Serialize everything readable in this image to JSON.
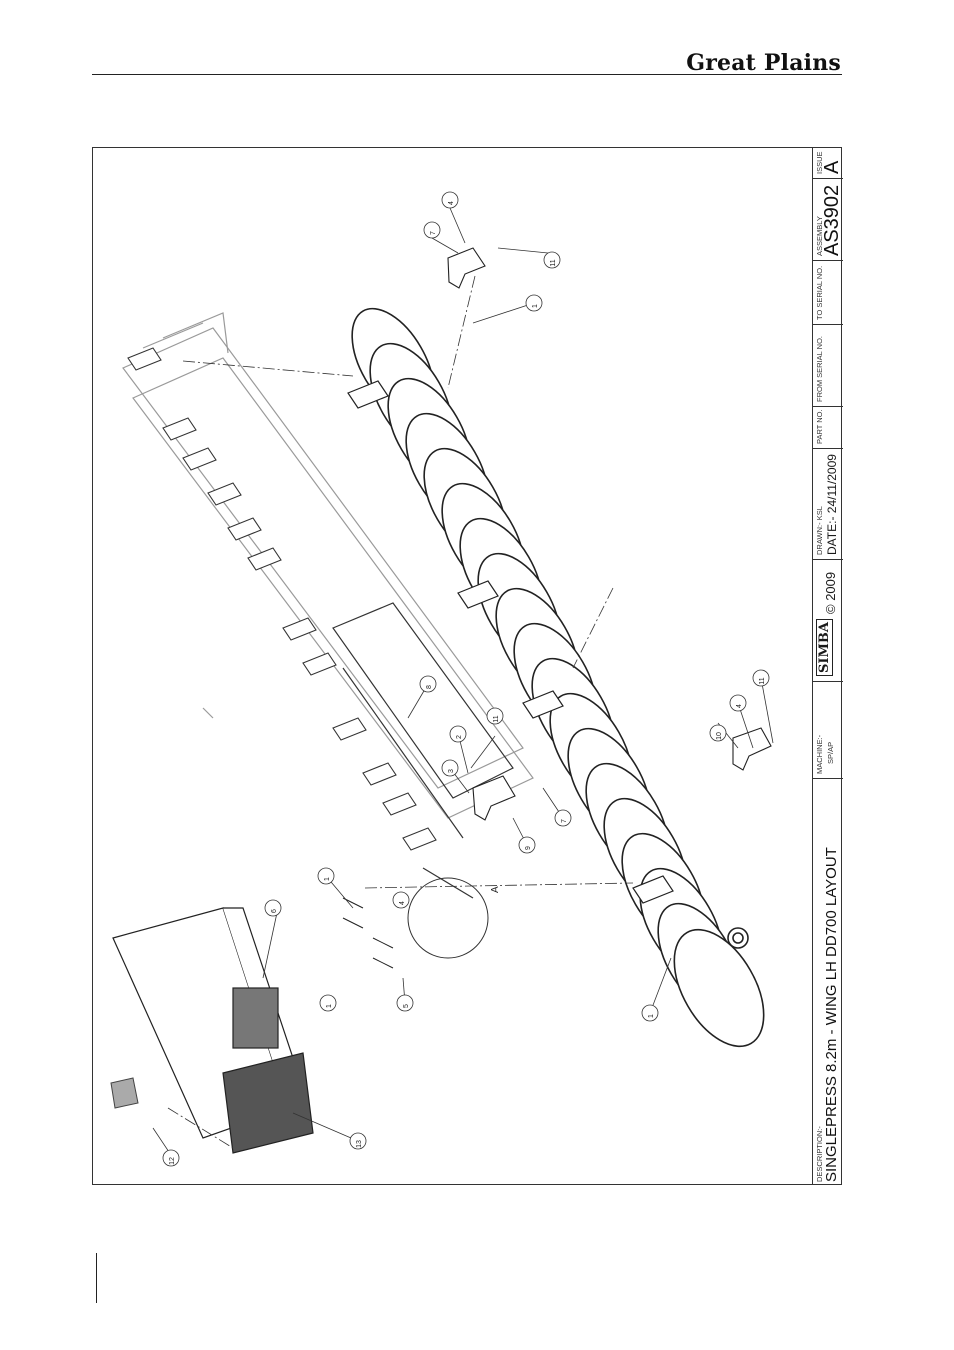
{
  "header": {
    "brand": "Great Plains"
  },
  "title_block": {
    "description_label": "DESCRIPTION:-",
    "description": "SINGLEPRESS 8.2m - WING LH DD700 LAYOUT",
    "machine_label": "MACHINE:-",
    "machine": "SP/AP",
    "logo_text": "SIMBA",
    "copyright": "© 2009",
    "drawn": "DRAWN:- KSL",
    "date": "DATE:- 24/11/2009",
    "part_no_label": "PART NO.",
    "from_serial_label": "FROM SERIAL NO.",
    "to_serial_label": "TO SERIAL NO.",
    "assembly_label": "ASSEMBLY",
    "assembly": "AS3902",
    "issue_label": "ISSUE",
    "issue": "A"
  },
  "drawing": {
    "detail_label": "A",
    "callouts": [
      "1",
      "1",
      "1",
      "1",
      "2",
      "3",
      "4",
      "4",
      "4",
      "5",
      "6",
      "7",
      "7",
      "8",
      "9",
      "10",
      "11",
      "11",
      "11",
      "12",
      "13"
    ]
  },
  "colors": {
    "ink": "#1a1a1a",
    "line": "#333333",
    "ghost": "#9a9a9a"
  }
}
